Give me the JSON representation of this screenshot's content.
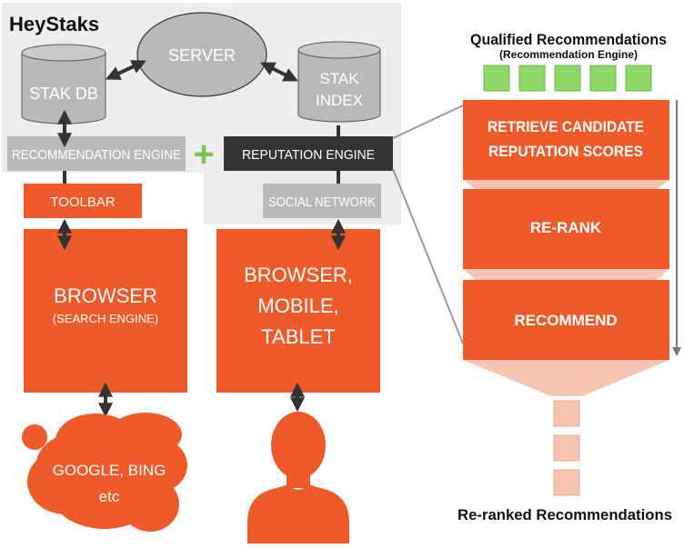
{
  "app_title": "HeyStaks",
  "nodes": {
    "server": "SERVER",
    "stak_db": "STAK DB",
    "stak_index_line1": "STAK",
    "stak_index_line2": "INDEX",
    "recommendation_engine": "RECOMMENDATION ENGINE",
    "plus": "+",
    "reputation_engine": "REPUTATION ENGINE",
    "toolbar": "TOOLBAR",
    "social_network": "SOCIAL NETWORK",
    "browser_title": "BROWSER",
    "browser_subtitle": "(SEARCH ENGINE)",
    "devices_line1": "BROWSER,",
    "devices_line2": "MOBILE,",
    "devices_line3": "TABLET",
    "search_cloud_line1": "GOOGLE, BING",
    "search_cloud_line2": "etc"
  },
  "pipeline": {
    "top_title": "Qualified Recommendations",
    "top_subtitle": "(Recommendation Engine)",
    "step1_line1": "RETRIEVE CANDIDATE",
    "step1_line2": "REPUTATION SCORES",
    "step2": "RE-RANK",
    "step3": "RECOMMEND",
    "bottom_title": "Re-ranked Recommendations"
  },
  "colors": {
    "orange": "#EE5A2A",
    "light_orange": "#F7C4B2",
    "green": "#8DD867",
    "gray_panel": "#EDEDED",
    "gray_box": "#B9B9B9",
    "dark_box": "#333333",
    "plus_green": "#7DC24B"
  }
}
